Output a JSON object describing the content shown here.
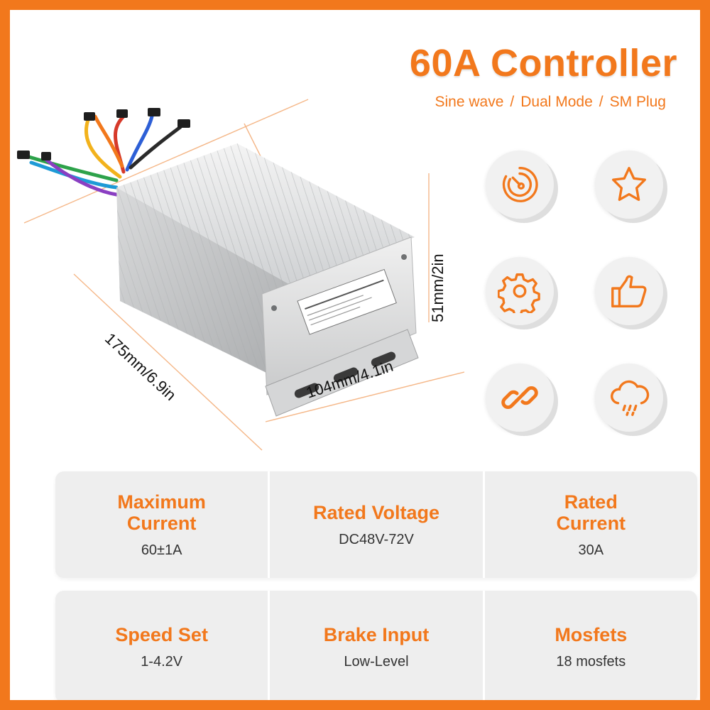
{
  "header": {
    "title": "60A Controller",
    "subtitle_items": [
      "Sine wave",
      "Dual Mode",
      "SM Plug"
    ],
    "subtitle_separator": "/"
  },
  "product": {
    "dimensions": {
      "length": "175mm/6.9in",
      "width": "104mm/4.1in",
      "height": "51mm/2in"
    }
  },
  "feature_icons": [
    "speedometer-icon",
    "star-icon",
    "gear-icon",
    "thumbs-up-icon",
    "link-icon",
    "cloud-rain-icon"
  ],
  "specs": [
    {
      "label": "Maximum Current",
      "value": "60±1A"
    },
    {
      "label": "Rated Voltage",
      "value": "DC48V-72V"
    },
    {
      "label": "Rated Current",
      "value": "30A"
    },
    {
      "label": "Speed Set",
      "value": "1-4.2V"
    },
    {
      "label": "Brake Input",
      "value": "Low-Level"
    },
    {
      "label": "Mosfets",
      "value": "18 mosfets"
    }
  ],
  "colors": {
    "accent": "#f2781c",
    "panel": "#eeeeee"
  }
}
